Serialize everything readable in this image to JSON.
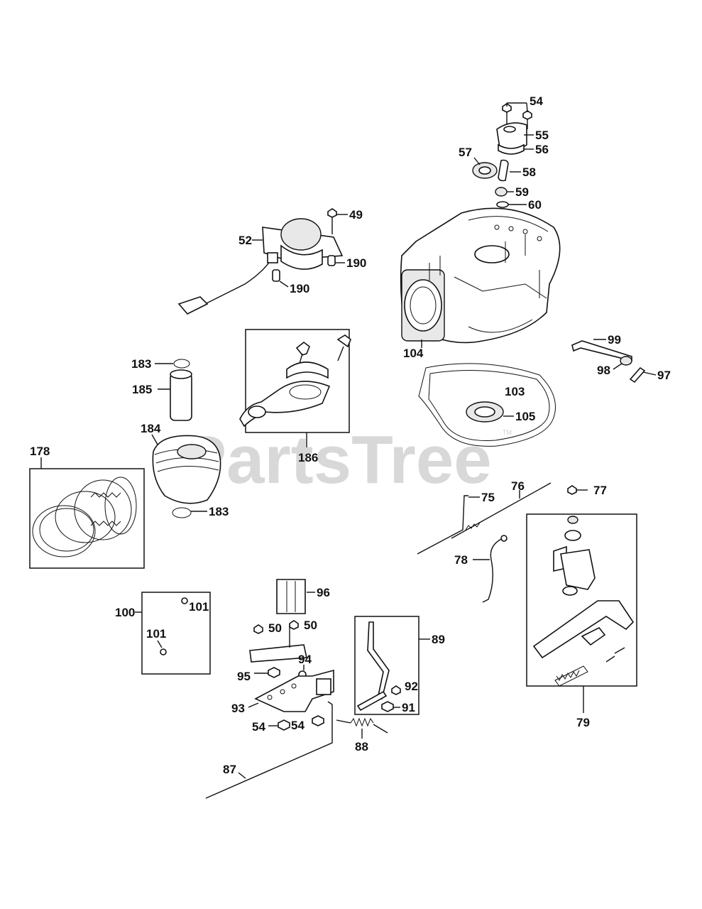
{
  "watermark": {
    "text": "PartsTree",
    "trademark": "TM"
  },
  "callouts": {
    "c54a": "54",
    "c55": "55",
    "c56": "56",
    "c57": "57",
    "c58": "58",
    "c59": "59",
    "c60": "60",
    "c49": "49",
    "c52": "52",
    "c190a": "190",
    "c190b": "190",
    "c104": "104",
    "c99": "99",
    "c98": "98",
    "c97": "97",
    "c103": "103",
    "c105": "105",
    "c183a": "183",
    "c185": "185",
    "c184": "184",
    "c183b": "183",
    "c178": "178",
    "c186": "186",
    "c75": "75",
    "c76": "76",
    "c77": "77",
    "c78": "78",
    "c79": "79",
    "c96": "96",
    "c50a": "50",
    "c50b": "50",
    "c94": "94",
    "c95": "95",
    "c93": "93",
    "c54b": "54",
    "c54c": "54",
    "c87": "87",
    "c88": "88",
    "c89": "89",
    "c92": "92",
    "c91": "91",
    "c100": "100",
    "c101a": "101",
    "c101b": "101"
  }
}
